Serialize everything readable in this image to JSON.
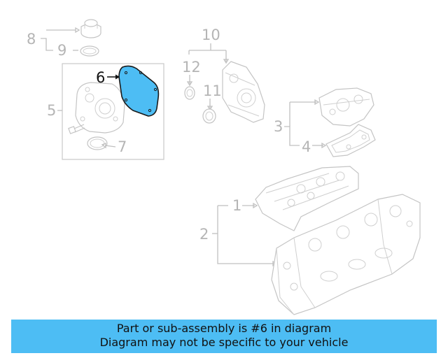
{
  "diagram": {
    "highlight_color": "#4dbdf4",
    "callouts": {
      "c1": "1",
      "c2": "2",
      "c3": "3",
      "c4": "4",
      "c5": "5",
      "c6": "6",
      "c7": "7",
      "c8": "8",
      "c9": "9",
      "c10": "10",
      "c11": "11",
      "c12": "12"
    },
    "highlighted_part": "6"
  },
  "banner": {
    "line1": "Part or sub-assembly is #6 in diagram",
    "line2": "Diagram may not be specific to your vehicle",
    "color": "#4dbdf4"
  }
}
